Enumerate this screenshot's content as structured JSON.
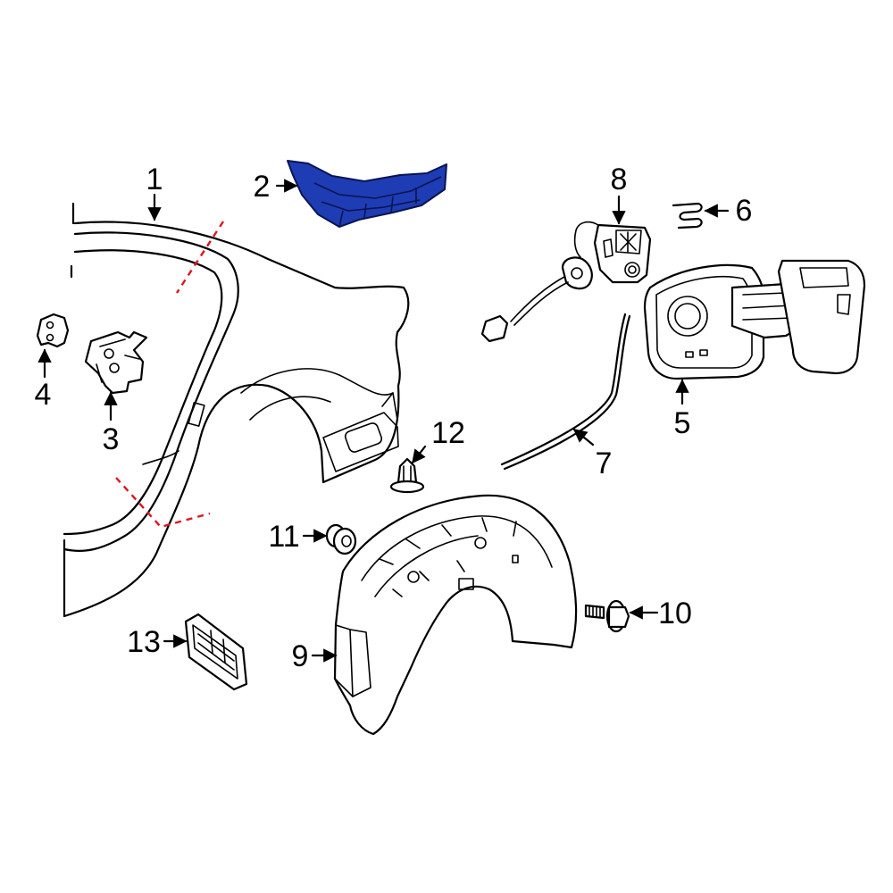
{
  "diagram": {
    "highlight_color": "#1e3cb4",
    "cut_line_color": "#e0141e",
    "highlighted_part": "2",
    "callouts": [
      {
        "id": "c1",
        "label": "1"
      },
      {
        "id": "c2",
        "label": "2"
      },
      {
        "id": "c3",
        "label": "3"
      },
      {
        "id": "c4",
        "label": "4"
      },
      {
        "id": "c5",
        "label": "5"
      },
      {
        "id": "c6",
        "label": "6"
      },
      {
        "id": "c7",
        "label": "7"
      },
      {
        "id": "c8",
        "label": "8"
      },
      {
        "id": "c9",
        "label": "9"
      },
      {
        "id": "c10",
        "label": "10"
      },
      {
        "id": "c11",
        "label": "11"
      },
      {
        "id": "c12",
        "label": "12"
      },
      {
        "id": "c13",
        "label": "13"
      }
    ]
  }
}
